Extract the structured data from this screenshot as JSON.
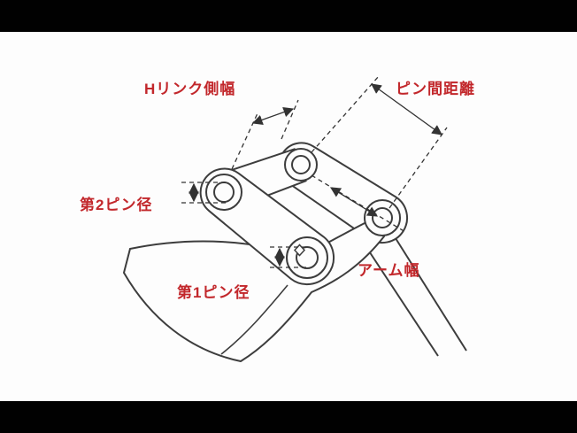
{
  "page": {
    "background_color": "#fdfdfd",
    "letterbox_color": "#010101"
  },
  "diagram": {
    "line_color": "#3d3d3d",
    "dimension_line_color": "#333333",
    "label_color": "#c2272b",
    "labels": {
      "h_link_side_width": "Hリンク側幅",
      "pin_to_pin_distance": "ピン間距離",
      "pin2_diameter": "第2ピン径",
      "pin1_diameter": "第1ピン径",
      "arm_width": "アーム幅"
    }
  }
}
